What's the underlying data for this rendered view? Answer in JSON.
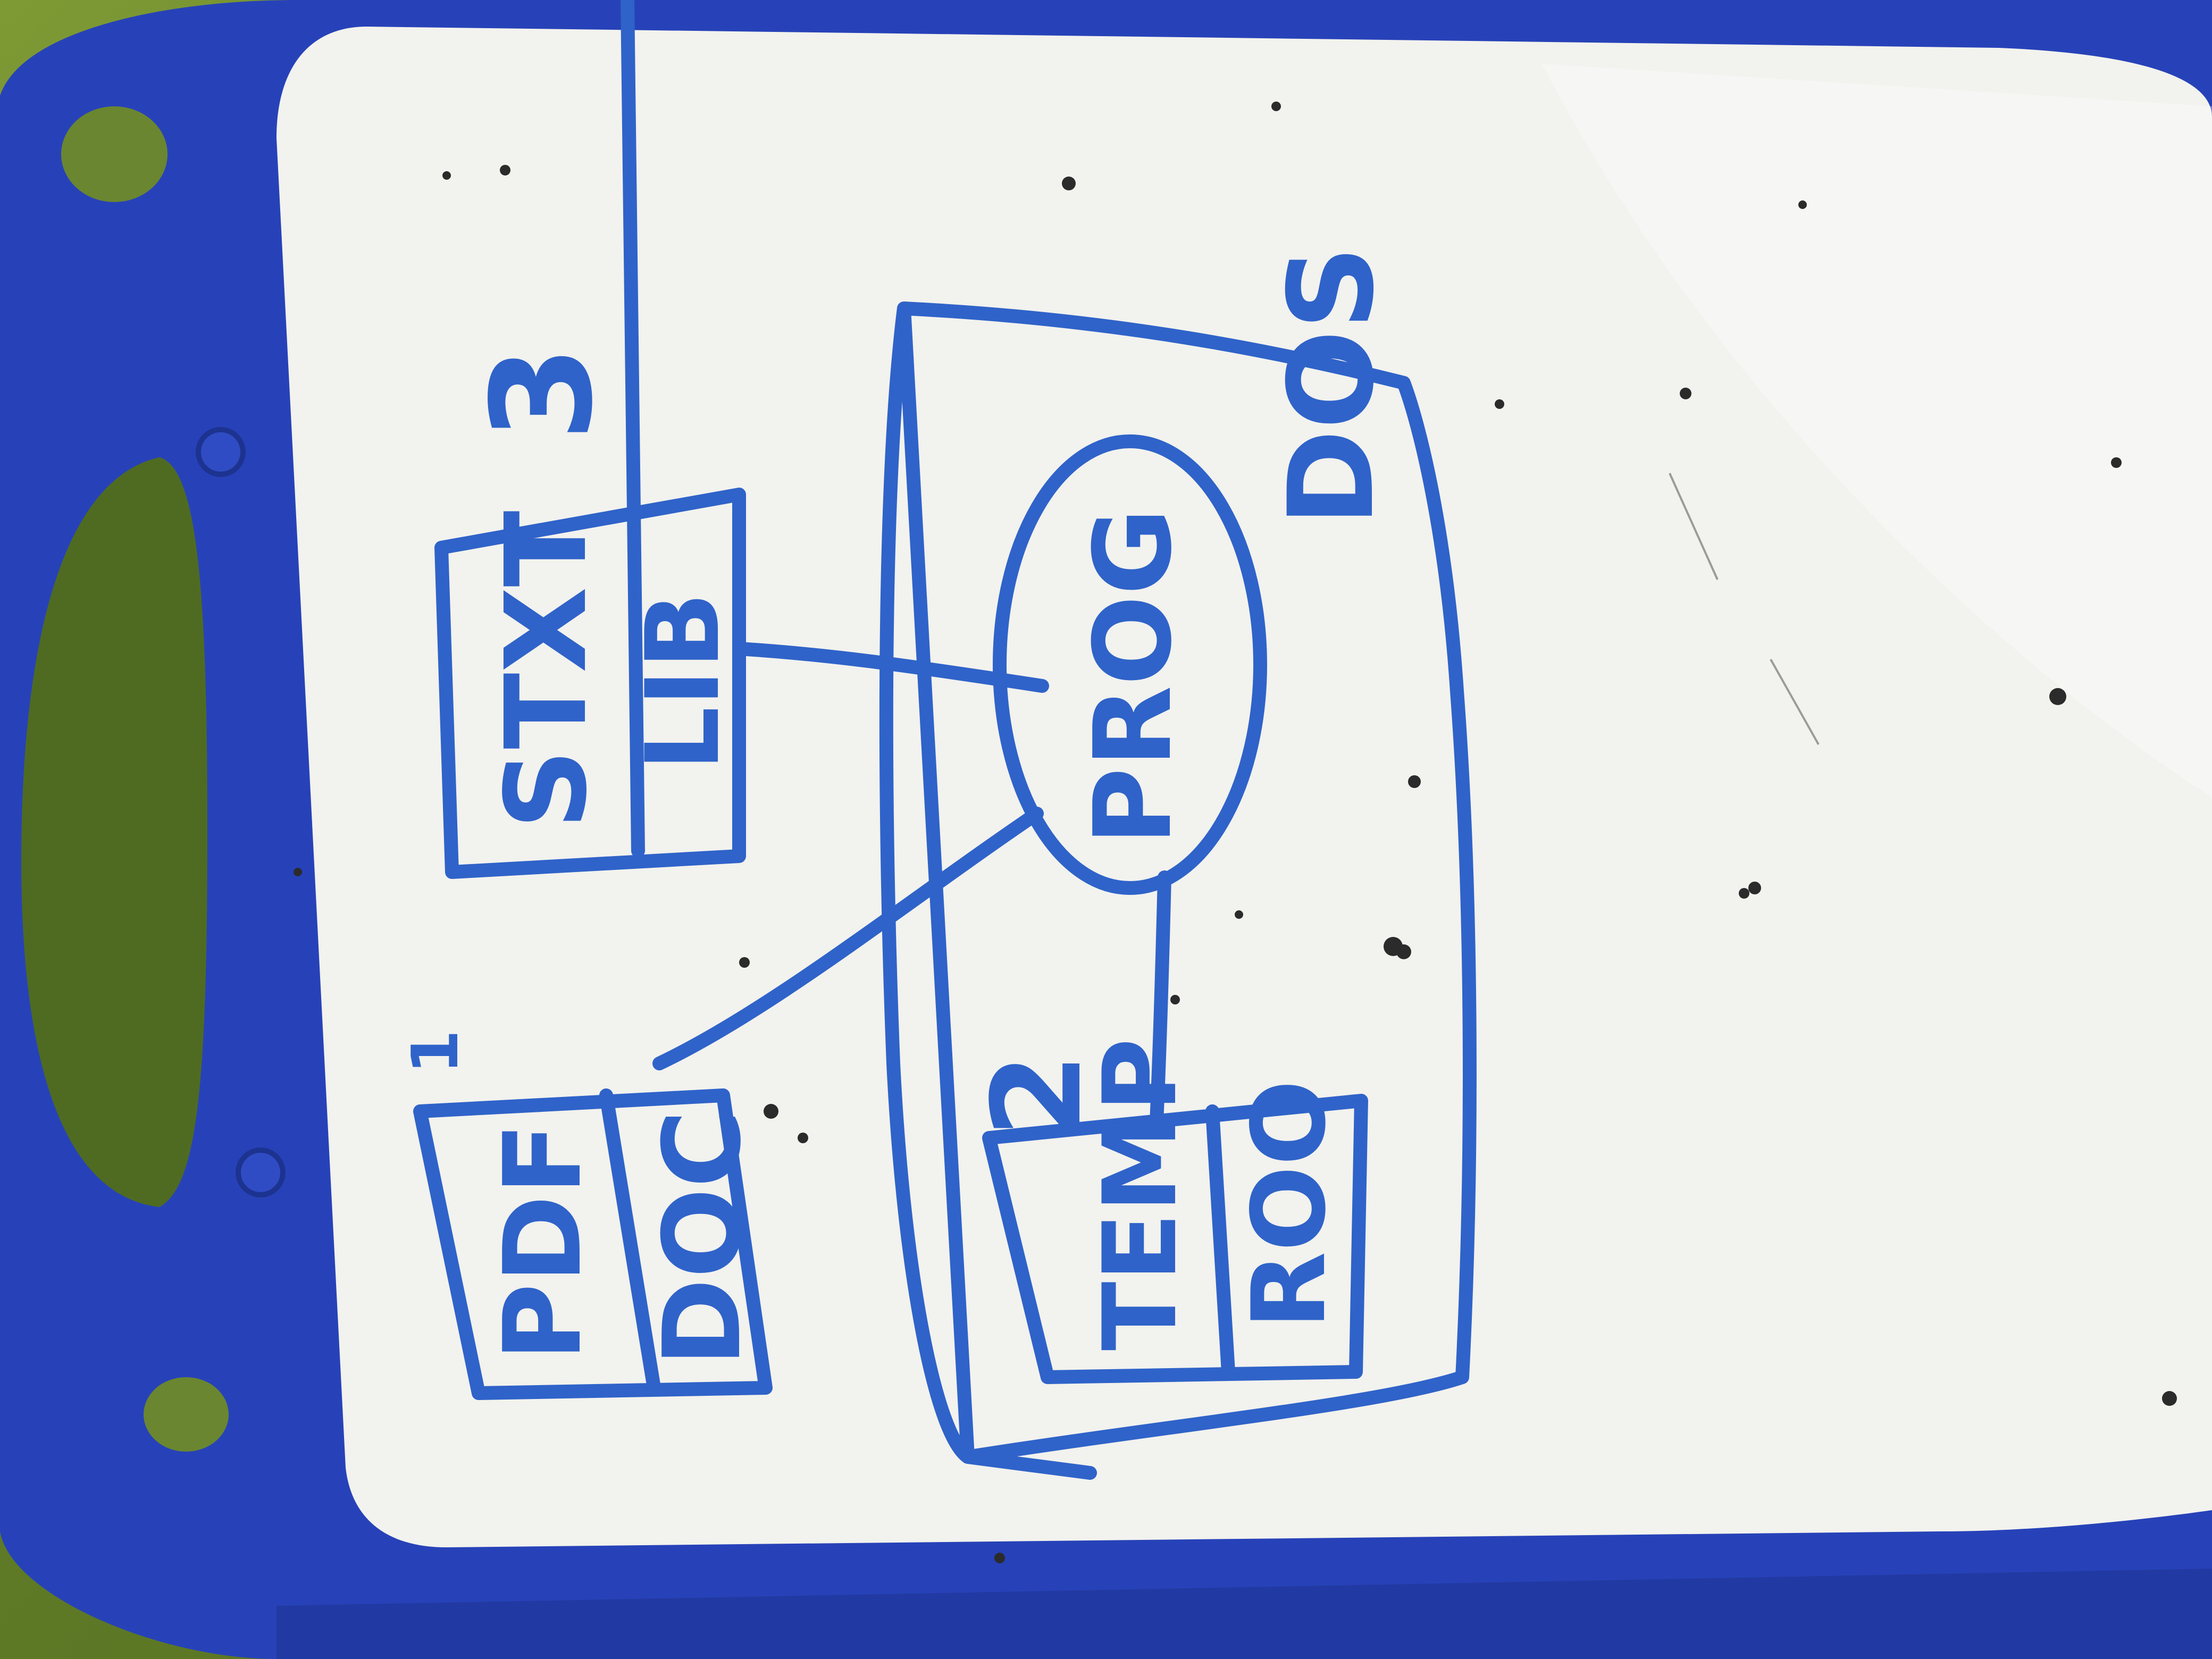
{
  "board": {
    "frame_color": "#2742b8",
    "surface_color": "#f2f2ee",
    "marker_color": "#2f63c9"
  },
  "diagram": {
    "container": {
      "label": "DOS"
    },
    "center_node": {
      "label": "PROG"
    },
    "nodes": [
      {
        "id": "stxt-lib",
        "number": "3",
        "name": "STXT",
        "tag": "LIB"
      },
      {
        "id": "pdf-doc",
        "number": "1",
        "name": "PDF",
        "tag": "DOC"
      },
      {
        "id": "temp-roo",
        "number": "2",
        "name": "TEMP",
        "tag": "ROO"
      }
    ],
    "edges": [
      {
        "from": "PROG",
        "to": "STXT"
      },
      {
        "from": "PROG",
        "to": "PDF"
      },
      {
        "from": "PROG",
        "to": "TEMP"
      }
    ]
  }
}
